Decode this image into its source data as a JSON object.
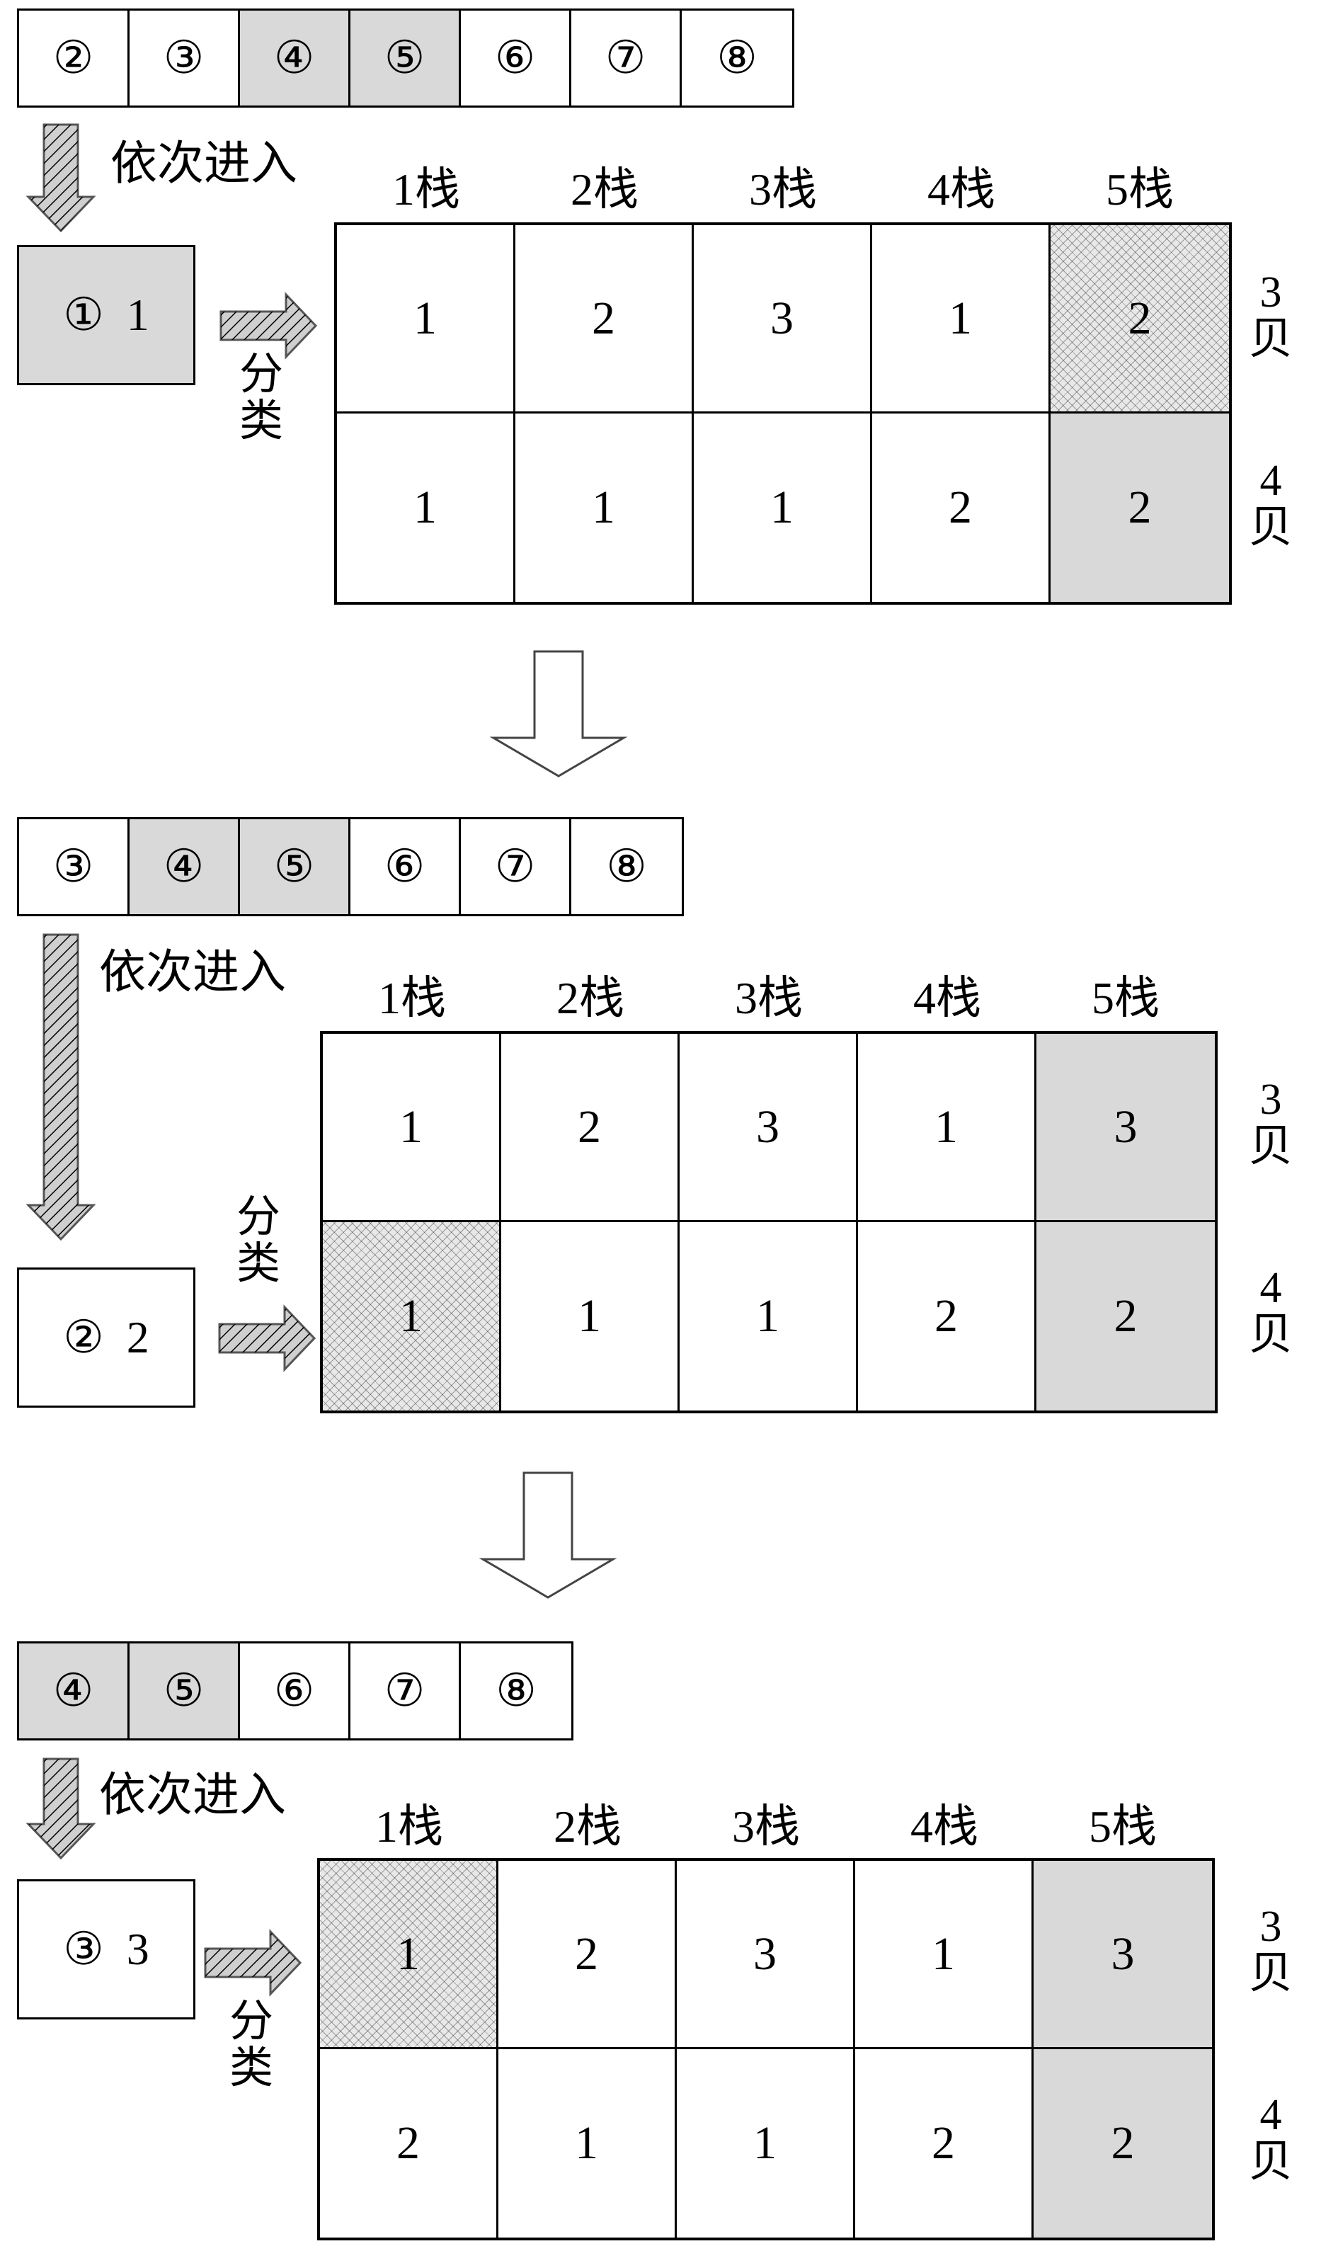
{
  "labels": {
    "enter": "依次进入",
    "classify": "分类",
    "stacks": [
      "1栈",
      "2栈",
      "3栈",
      "4栈",
      "5栈"
    ],
    "bays": [
      [
        "3",
        "贝"
      ],
      [
        "4",
        "贝"
      ]
    ]
  },
  "colors": {
    "gray_fill": "#d9d9d9",
    "line": "#000000"
  },
  "panels": [
    {
      "queue": [
        {
          "label": "②",
          "gray": false
        },
        {
          "label": "③",
          "gray": false
        },
        {
          "label": "④",
          "gray": true
        },
        {
          "label": "⑤",
          "gray": true
        },
        {
          "label": "⑥",
          "gray": false
        },
        {
          "label": "⑦",
          "gray": false
        },
        {
          "label": "⑧",
          "gray": false
        }
      ],
      "item": {
        "id": "①",
        "value": "1",
        "gray": true
      },
      "grid": [
        [
          {
            "v": "1"
          },
          {
            "v": "2"
          },
          {
            "v": "3"
          },
          {
            "v": "1"
          },
          {
            "v": "2",
            "style": "hatch"
          }
        ],
        [
          {
            "v": "1"
          },
          {
            "v": "1"
          },
          {
            "v": "1"
          },
          {
            "v": "2"
          },
          {
            "v": "2",
            "style": "gray"
          }
        ]
      ]
    },
    {
      "queue": [
        {
          "label": "③",
          "gray": false
        },
        {
          "label": "④",
          "gray": true
        },
        {
          "label": "⑤",
          "gray": true
        },
        {
          "label": "⑥",
          "gray": false
        },
        {
          "label": "⑦",
          "gray": false
        },
        {
          "label": "⑧",
          "gray": false
        }
      ],
      "item": {
        "id": "②",
        "value": "2",
        "gray": false
      },
      "grid": [
        [
          {
            "v": "1"
          },
          {
            "v": "2"
          },
          {
            "v": "3"
          },
          {
            "v": "1"
          },
          {
            "v": "3",
            "style": "gray"
          }
        ],
        [
          {
            "v": "1",
            "style": "hatch"
          },
          {
            "v": "1"
          },
          {
            "v": "1"
          },
          {
            "v": "2"
          },
          {
            "v": "2",
            "style": "gray"
          }
        ]
      ]
    },
    {
      "queue": [
        {
          "label": "④",
          "gray": true
        },
        {
          "label": "⑤",
          "gray": true
        },
        {
          "label": "⑥",
          "gray": false
        },
        {
          "label": "⑦",
          "gray": false
        },
        {
          "label": "⑧",
          "gray": false
        }
      ],
      "item": {
        "id": "③",
        "value": "3",
        "gray": false
      },
      "grid": [
        [
          {
            "v": "1",
            "style": "hatch"
          },
          {
            "v": "2"
          },
          {
            "v": "3"
          },
          {
            "v": "1"
          },
          {
            "v": "3",
            "style": "gray"
          }
        ],
        [
          {
            "v": "2"
          },
          {
            "v": "1"
          },
          {
            "v": "1"
          },
          {
            "v": "2"
          },
          {
            "v": "2",
            "style": "gray"
          }
        ]
      ]
    }
  ]
}
